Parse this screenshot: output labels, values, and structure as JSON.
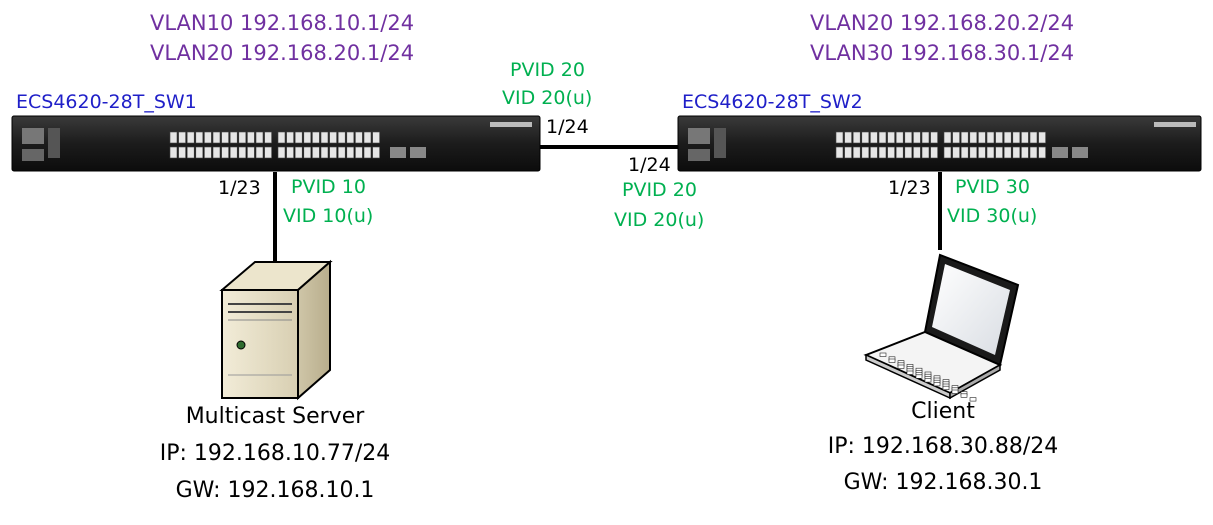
{
  "colors": {
    "vlan_text": "#7030a0",
    "switch_name": "#1f1fc8",
    "pvid_text": "#00b050",
    "link": "#000000"
  },
  "sw1": {
    "name": "ECS4620-28T_SW1",
    "vlan_lines": [
      "VLAN10 192.168.10.1/24",
      "VLAN20 192.168.20.1/24"
    ]
  },
  "sw2": {
    "name": "ECS4620-28T_SW2",
    "vlan_lines": [
      "VLAN20 192.168.20.2/24",
      "VLAN30 192.168.30.1/24"
    ]
  },
  "uplink": {
    "sw1_port": "1/24",
    "sw1_pvid": "PVID 20",
    "sw1_vid": "VID 20(u)",
    "sw2_port": "1/24",
    "sw2_pvid": "PVID 20",
    "sw2_vid": "VID 20(u)"
  },
  "server_link": {
    "port": "1/23",
    "pvid": "PVID 10",
    "vid": "VID 10(u)"
  },
  "client_link": {
    "port": "1/23",
    "pvid": "PVID 30",
    "vid": "VID 30(u)"
  },
  "server": {
    "icon": "server-tower-icon",
    "name": "Multicast Server",
    "ip": "IP: 192.168.10.77/24",
    "gw": "GW: 192.168.10.1"
  },
  "client": {
    "icon": "laptop-icon",
    "name": "Client",
    "ip": "IP: 192.168.30.88/24",
    "gw": "GW: 192.168.30.1"
  }
}
